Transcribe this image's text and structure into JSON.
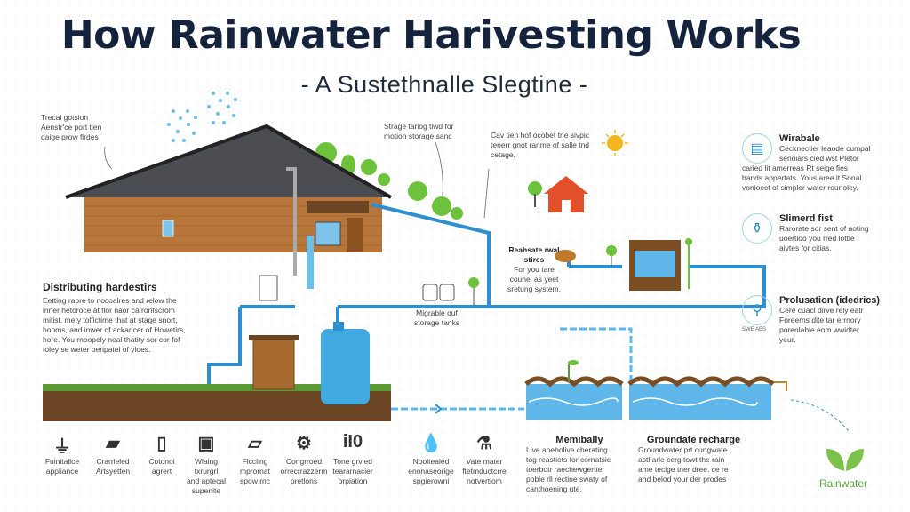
{
  "title": "How Rainwater Harivesting Works",
  "subtitle": "- A Sustethnalle Slegtine -",
  "callouts": {
    "roof": [
      "Trecal gotsion",
      "Aenstr'ce port tlen",
      "daige prow firdes"
    ],
    "storage": [
      "Strage tariog tiwd for",
      "motion storage sanc"
    ],
    "cottage": [
      "Cav tien hof ocobet tne sivpic",
      "tenerr gnot ranme of salle tnd",
      "cetage."
    ],
    "tanks": [
      "Migrable ouf",
      "storage tanks"
    ],
    "realistic": {
      "title": "Reahsate rwal stires",
      "lines": [
        "For you tare",
        "counel as yeet",
        "sretung system."
      ]
    }
  },
  "distributing": {
    "title": "Distributing hardestirs",
    "lines": [
      "Eetting rapre to nocoalres and relow the",
      "inner hetoroce at flor naor ca ronfscrom",
      "mitist. mety tolfictime that at stage snort,",
      "hooms, and inwer of ackaricer of Howetirs,",
      "hore. You rnoopely neal thatity sor cor fof",
      "toley se weter peripatel of yloes."
    ]
  },
  "right_panel": [
    {
      "icon": "filter-trays-icon",
      "title": "Wirabale",
      "lines": [
        "Cecknectier leaode cumpal",
        "senoiars cied wst Pletor",
        "caried lit amerreas Rt seige fies",
        "bands appertats. Yous aree it Sonal",
        "vonioect of simpler water rounoley."
      ]
    },
    {
      "icon": "bottle-icon",
      "title": "Slimerd fist",
      "lines": [
        "Rarorate sor sent of aoting",
        "uoertioo you rred lottle",
        "aivtes for citias."
      ]
    },
    {
      "icon": "faucet-icon",
      "title": "Prolusation (idedrics)",
      "lines": [
        "Cere cuacl dirve rely eatr",
        "Foreerns dite tar errnory",
        "porenlable eom wwidter",
        "yeur."
      ],
      "icon_caption": "SWE AES"
    }
  ],
  "bottom_icons": [
    {
      "icon": "funnel-icon",
      "label": [
        "Fuinitalice",
        "appliance"
      ]
    },
    {
      "icon": "box-icon",
      "label": [
        "Crarrieled",
        "Artsyetten"
      ]
    },
    {
      "icon": "canister-icon",
      "label": [
        "Cotonoi",
        "agrert"
      ]
    },
    {
      "icon": "crate-icon",
      "label": [
        "Wiaing",
        "txrurgrl",
        "and aptecal",
        "supenite"
      ]
    },
    {
      "icon": "device-icon",
      "label": [
        "Flccling",
        "mprornat",
        "spow rnc"
      ]
    },
    {
      "icon": "gear-icon",
      "label": [
        "Congrroed",
        "orrecrrazzerm",
        "pretlons"
      ]
    },
    {
      "icon": "io-icon",
      "glyph": "iI0",
      "label": [
        "Tone grvied",
        "teararnacier",
        "orpiation"
      ]
    },
    {
      "icon": "drop-icon",
      "label": [
        "Nooltealed",
        "enonaseorige",
        "spgierowni"
      ]
    },
    {
      "icon": "tap-icon",
      "label": [
        "Vate mater",
        "ftetmductcrre",
        "notvertiom"
      ]
    }
  ],
  "membility": {
    "title": "Memibally",
    "lines": [
      "Live anebolive cherating",
      "tog reastiets for cornatsic",
      "toerbotr raechewgertte",
      "poble rll rectine swaty of",
      "canthoening ute."
    ]
  },
  "groundwater": {
    "title": "Groundate recharge",
    "lines": [
      "Groundwater prt cungwate",
      "astl arle cerg towt the rain",
      "ame tecige tner dree. ce re",
      "and belod your der prodes"
    ]
  },
  "logo": {
    "text": "Rainwater"
  },
  "colors": {
    "pipe": "#2e8fd0",
    "brick": "#b8763a",
    "roof": "#4b4d52",
    "grass": "#5a9a32",
    "soil": "#6b4424",
    "water": "#5fb6e8"
  }
}
